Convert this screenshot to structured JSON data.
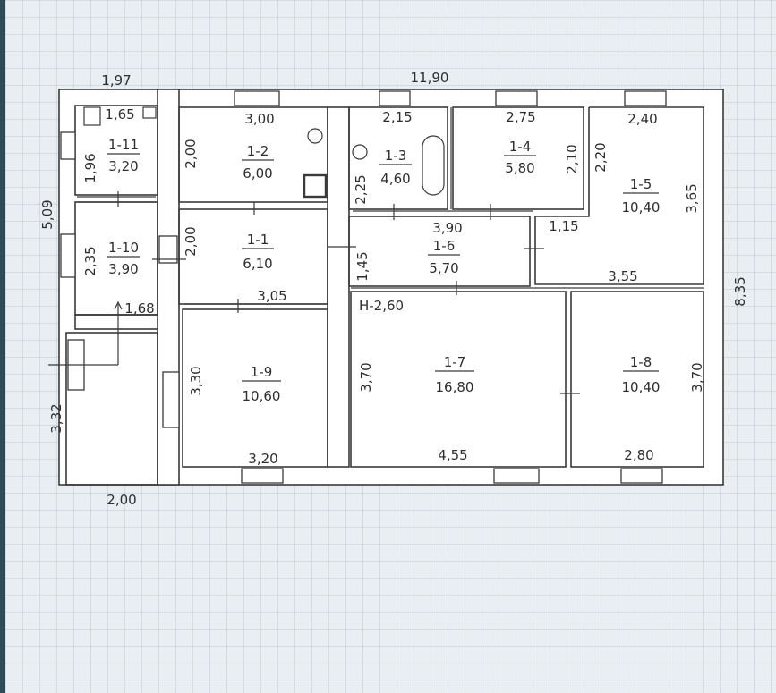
{
  "rooms": [
    {
      "id": "1-1",
      "area": "6,10"
    },
    {
      "id": "1-2",
      "area": "6,00"
    },
    {
      "id": "1-3",
      "area": "4,60"
    },
    {
      "id": "1-4",
      "area": "5,80"
    },
    {
      "id": "1-5",
      "area": "10,40"
    },
    {
      "id": "1-6",
      "area": "5,70"
    },
    {
      "id": "1-7",
      "area": "16,80"
    },
    {
      "id": "1-8",
      "area": "10,40"
    },
    {
      "id": "1-9",
      "area": "10,60"
    },
    {
      "id": "1-10",
      "area": "3,90"
    },
    {
      "id": "1-11",
      "area": "3,20"
    }
  ],
  "dimensions": {
    "top_left_width": "1,97",
    "top_total_width": "11,90",
    "left_height": "5,09",
    "right_height": "8,35",
    "bottom_left_width": "2,00",
    "porch_height": "3,32",
    "r1_11_width": "1,65",
    "r1_11_height": "1,96",
    "r1_10_height": "2,35",
    "r1_10_width": "1,68",
    "r1_2_width": "3,00",
    "r1_2_height": "2,00",
    "r1_1_height": "2,00",
    "r1_1_width": "3,05",
    "r1_3_width": "2,15",
    "r1_3_height": "2,25",
    "r1_4_width": "2,75",
    "r1_4_height": "2,10",
    "r1_5_width_top": "2,40",
    "r1_5_height_left": "2,20",
    "r1_5_height_right": "3,65",
    "r1_5_step": "1,15",
    "r1_5_width_bottom": "3,55",
    "r1_6_width": "3,90",
    "r1_6_height": "1,45",
    "ceiling_height": "Н-2,60",
    "r1_9_height": "3,30",
    "r1_9_width": "3,20",
    "r1_7_height": "3,70",
    "r1_7_width": "4,55",
    "r1_8_height": "3,70",
    "r1_8_width": "2,80"
  }
}
